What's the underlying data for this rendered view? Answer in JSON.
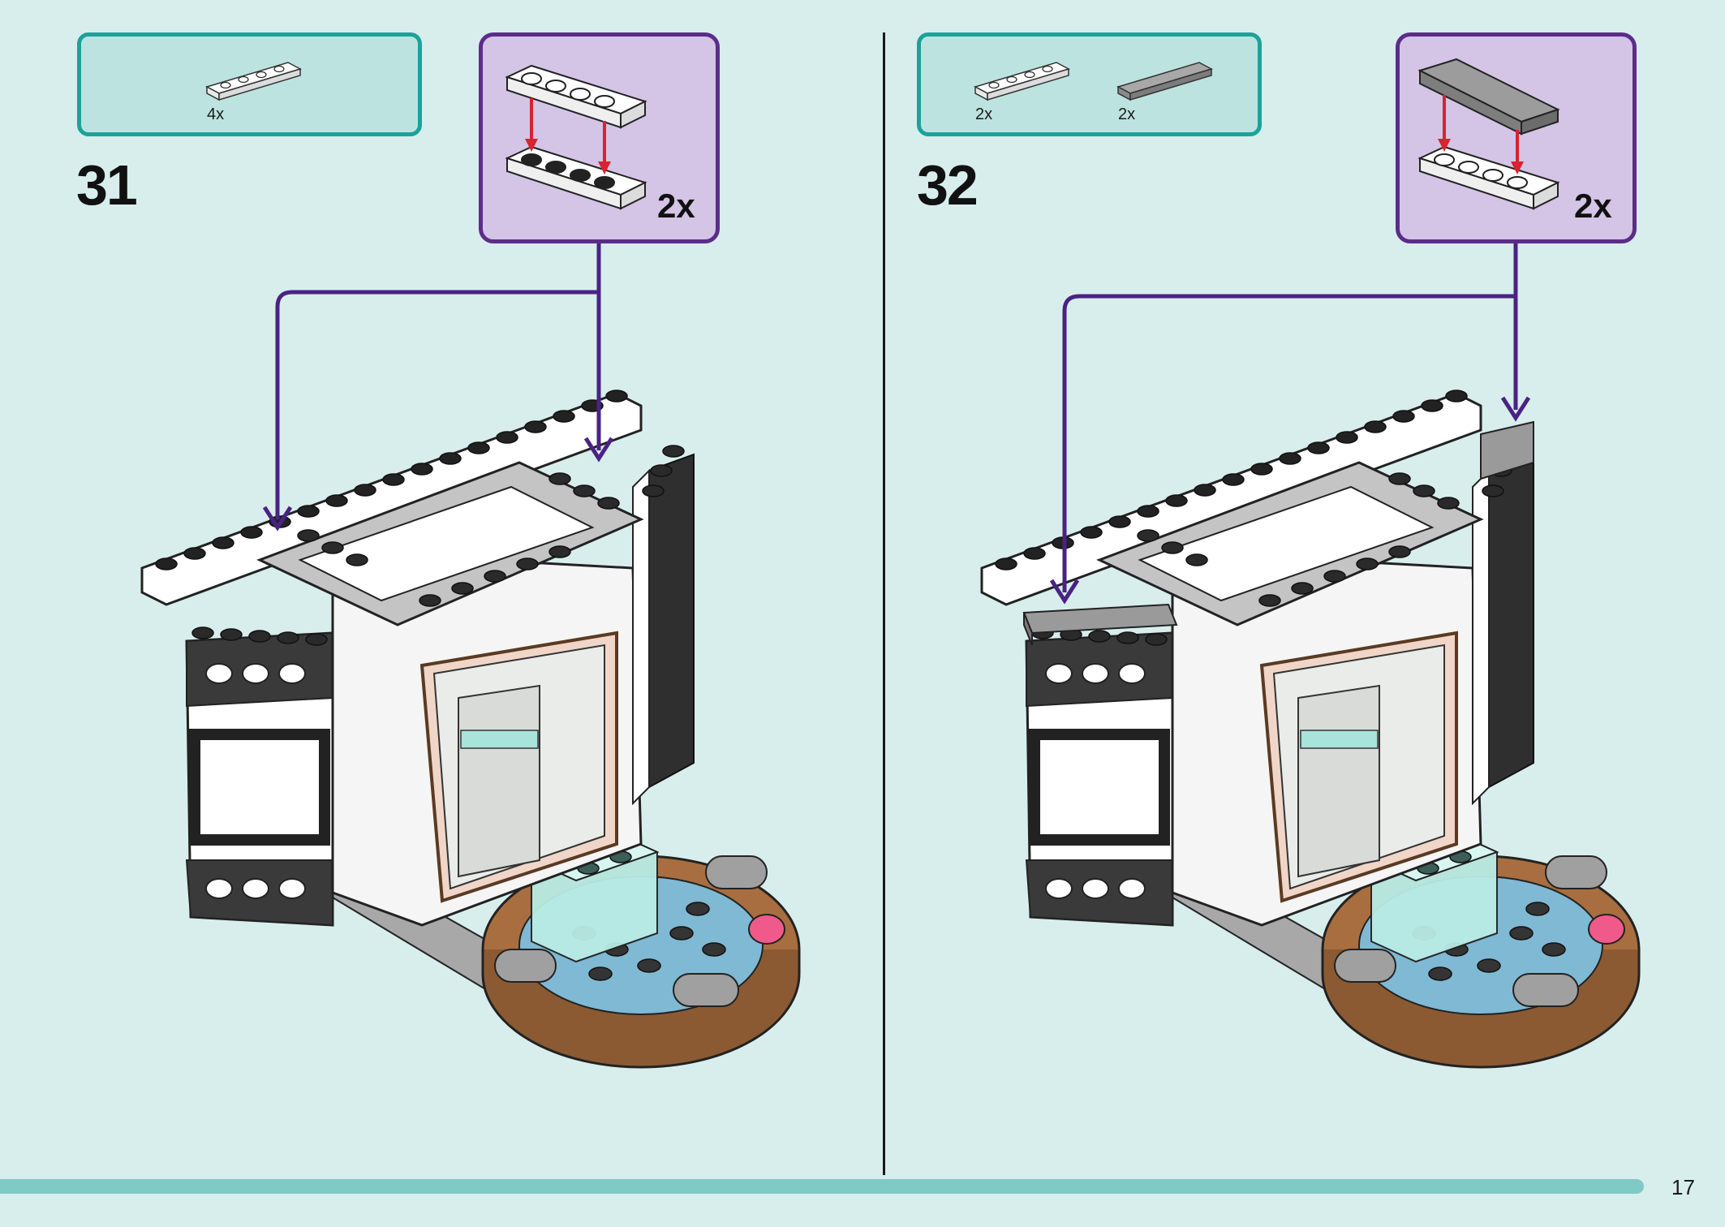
{
  "page": {
    "number": "17"
  },
  "steps": [
    {
      "number": "31",
      "parts": [
        {
          "name": "white-plate-1x4",
          "count": "4x"
        }
      ],
      "subassembly": {
        "multiplier": "2x"
      }
    },
    {
      "number": "32",
      "parts": [
        {
          "name": "white-plate-1x4",
          "count": "2x"
        },
        {
          "name": "grey-tile-1x4",
          "count": "2x"
        }
      ],
      "subassembly": {
        "multiplier": "2x"
      }
    }
  ],
  "colors": {
    "background": "#d8eeec",
    "parts_box_fill": "#bde3e0",
    "parts_box_border": "#1aa39a",
    "sub_box_fill": "#d4c4e6",
    "sub_box_border": "#5b2d8a",
    "arrow_purple": "#4a2283",
    "arrow_red": "#d9232e",
    "bottom_bar": "#7fcac4"
  }
}
